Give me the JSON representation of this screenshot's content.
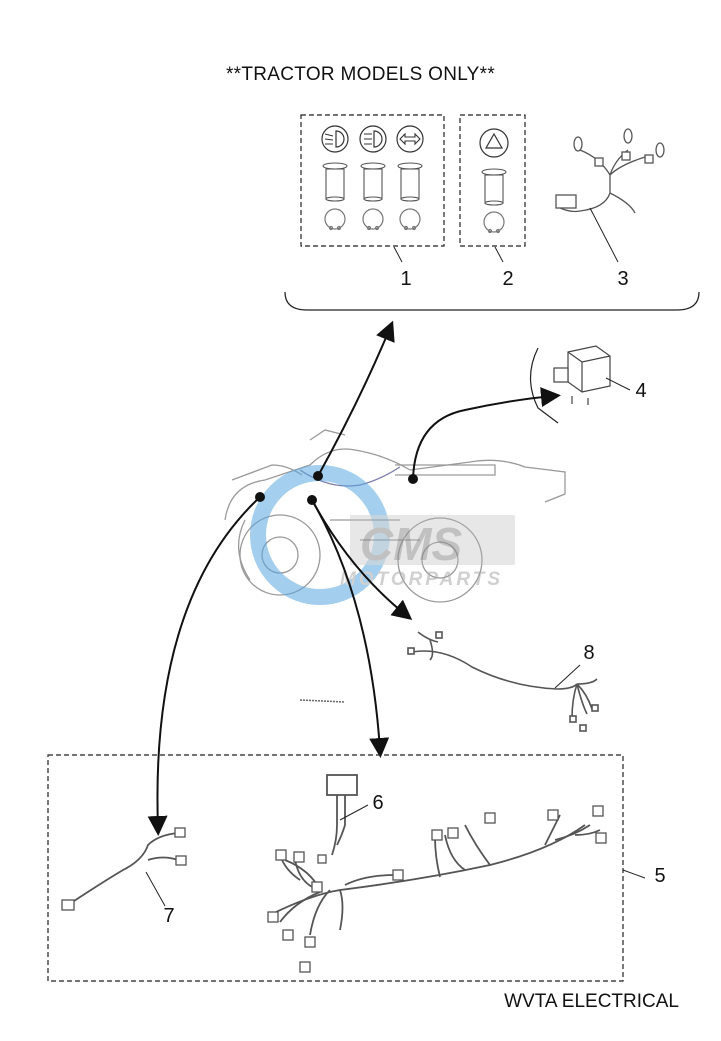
{
  "diagram": {
    "header_note": "**TRACTOR MODELS ONLY**",
    "footer_title": "WVTA ELECTRICAL",
    "watermark": {
      "brand": "CMS",
      "tagline": "MOTORPARTS"
    },
    "callouts": [
      "1",
      "2",
      "3",
      "4",
      "5",
      "6",
      "7",
      "8"
    ],
    "icons": [
      "low-beam-icon",
      "high-beam-icon",
      "turn-signal-icon",
      "hazard-warning-icon"
    ],
    "colors": {
      "line": "#111111",
      "part_outline": "#555555",
      "watermark_blue": "#5aa7e0",
      "atv_outline": "#9a9a9a"
    }
  }
}
